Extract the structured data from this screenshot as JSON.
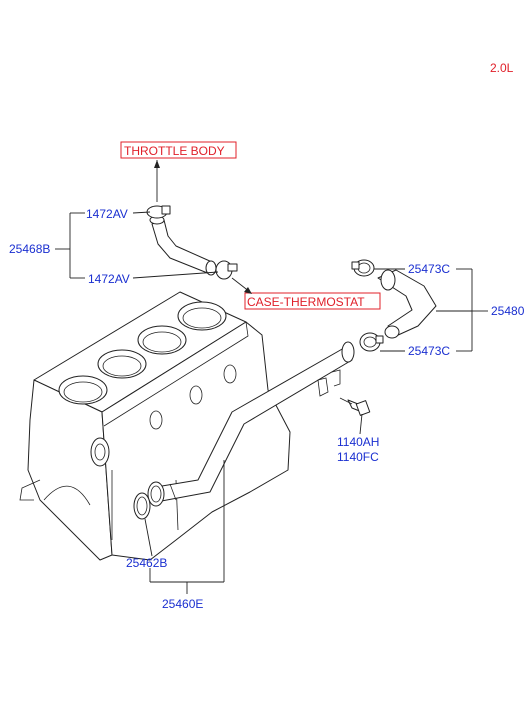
{
  "engine_variant": "2.0L",
  "labels": {
    "throttle_body": "THROTTLE BODY",
    "case_thermostat": "CASE-THERMOSTAT",
    "clamp_upper": "1472AV",
    "hose_assembly": "25468B",
    "clamp_lower": "1472AV",
    "clamp_hose_upper": "25473C",
    "hose_assembly_right": "25480",
    "clamp_hose_lower": "25473C",
    "bolt_a": "1140AH",
    "bolt_b": "1140FC",
    "o_ring": "25462B",
    "water_pipe": "25460E"
  },
  "colors": {
    "part_number": "#1a2fd0",
    "reference": "#e0202a",
    "line_art": "#222222"
  }
}
